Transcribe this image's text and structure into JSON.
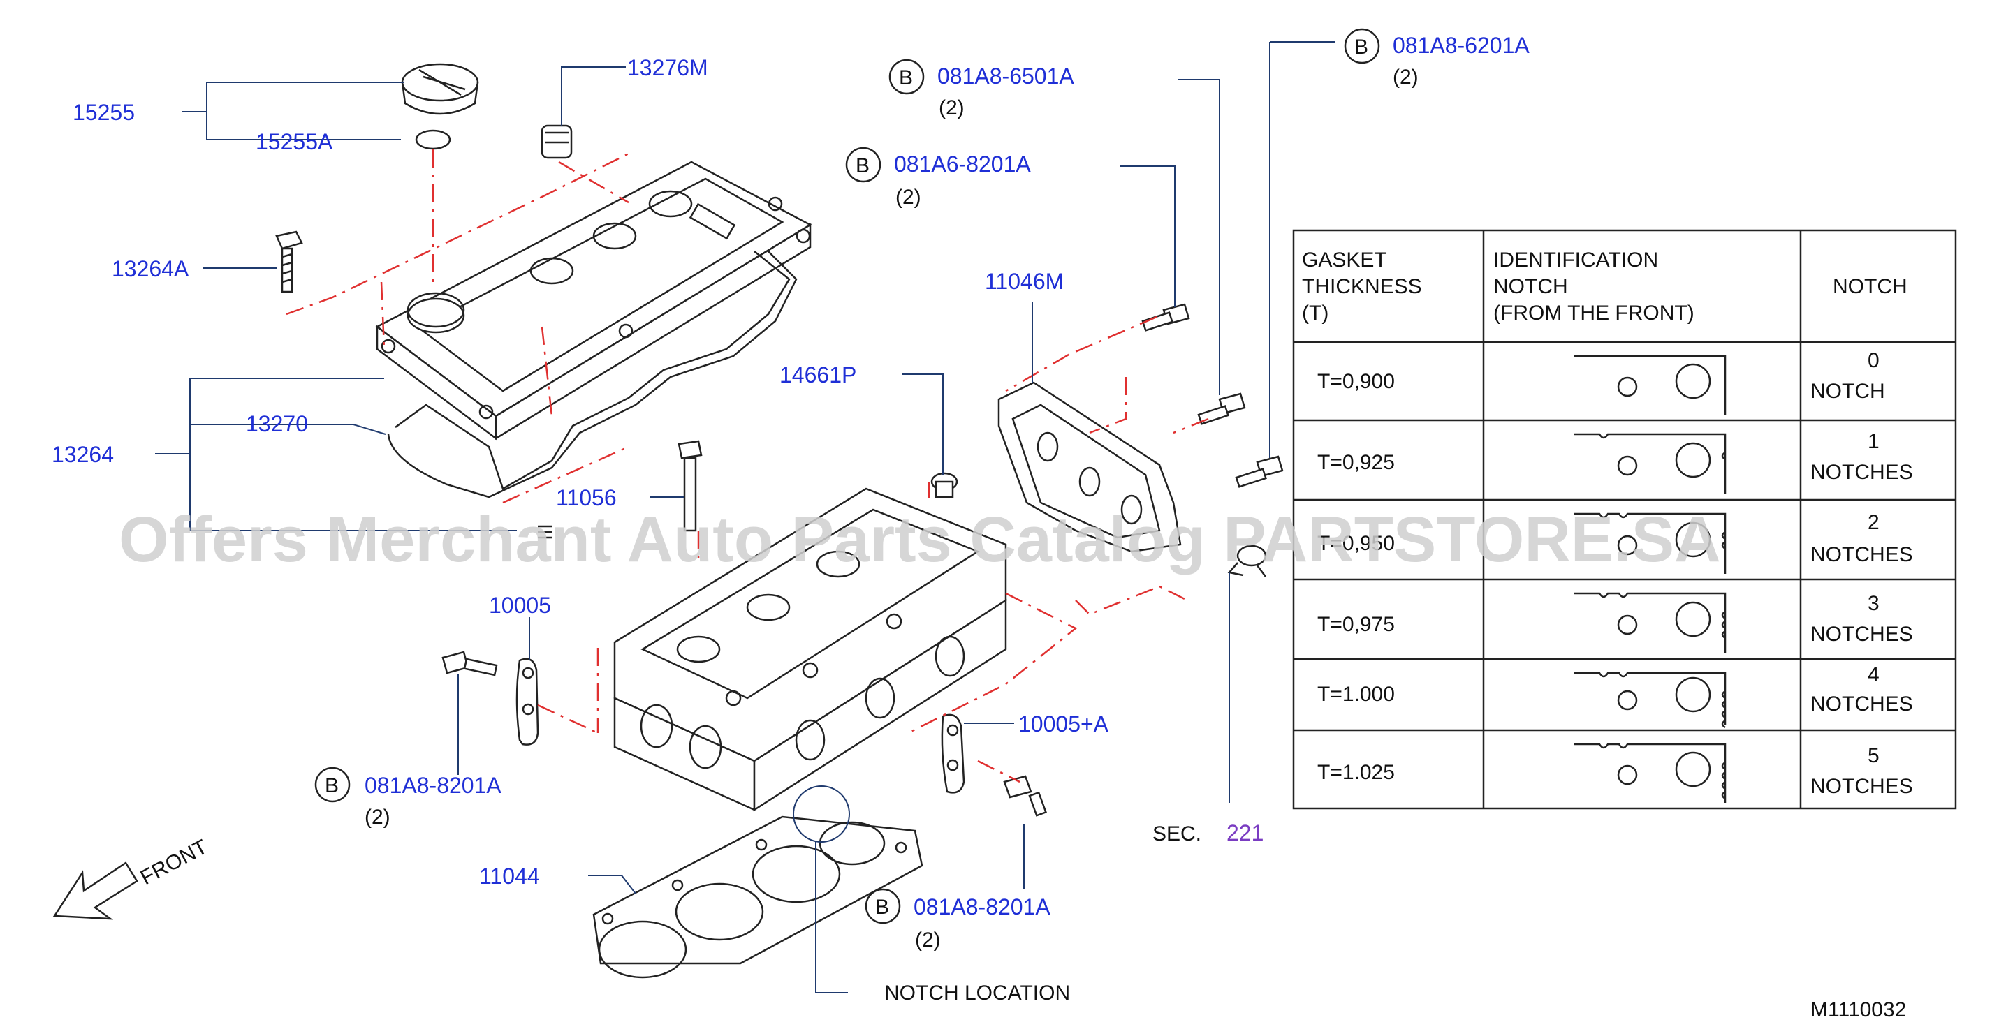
{
  "callouts": {
    "p15255": "15255",
    "p15255A": "15255A",
    "p13276M": "13276M",
    "p13264A": "13264A",
    "p13264": "13264",
    "p13270": "13270",
    "p11056": "11056",
    "p10005": "10005",
    "p10005A": "10005+A",
    "p11044": "11044",
    "p14661P": "14661P",
    "p11046M": "11046M",
    "bolt_6501A": "081A8-6501A",
    "bolt_6201A": "081A8-6201A",
    "bolt_a6_8201A": "081A6-8201A",
    "bolt_8201A_left": "081A8-8201A",
    "bolt_8201A_bottom": "081A8-8201A"
  },
  "badge_letter": "B",
  "quantities": {
    "q_6501A": "(2)",
    "q_6201A": "(2)",
    "q_a6_8201A": "(2)",
    "q_8201A_left": "(2)",
    "q_8201A_bottom": "(2)"
  },
  "labels": {
    "sec_prefix": "SEC.",
    "sec_number": "221",
    "notch_location": "NOTCH   LOCATION",
    "front": "FRONT",
    "diagram_code": "M1110032",
    "watermark": "Offers Merchant Auto Parts Catalog PARTSTORE.SA"
  },
  "gasket_table": {
    "header": {
      "col1": [
        "GASKET",
        "THICKNESS",
        "(T)"
      ],
      "col2": [
        "IDENTIFICATION",
        "NOTCH",
        "(FROM   THE   FRONT)"
      ],
      "col3": "NOTCH"
    },
    "rows": [
      {
        "thickness": "T=0,900",
        "notch_count": 0,
        "notch_line1": "0",
        "notch_line2": "NOTCH"
      },
      {
        "thickness": "T=0,925",
        "notch_count": 1,
        "notch_line1": "1",
        "notch_line2": "NOTCHES"
      },
      {
        "thickness": "T=0,950",
        "notch_count": 2,
        "notch_line1": "2",
        "notch_line2": "NOTCHES"
      },
      {
        "thickness": "T=0,975",
        "notch_count": 3,
        "notch_line1": "3",
        "notch_line2": "NOTCHES"
      },
      {
        "thickness": "T=1.000",
        "notch_count": 4,
        "notch_line1": "4",
        "notch_line2": "NOTCHES"
      },
      {
        "thickness": "T=1.025",
        "notch_count": 5,
        "notch_line1": "5",
        "notch_line2": "NOTCHES"
      }
    ]
  },
  "colors": {
    "part_number": "#1f2fd6",
    "section_link": "#7a3cc2",
    "leader_line": "#1f3a6e",
    "dash_line": "#e03030",
    "watermark": "#cfcfcf"
  }
}
